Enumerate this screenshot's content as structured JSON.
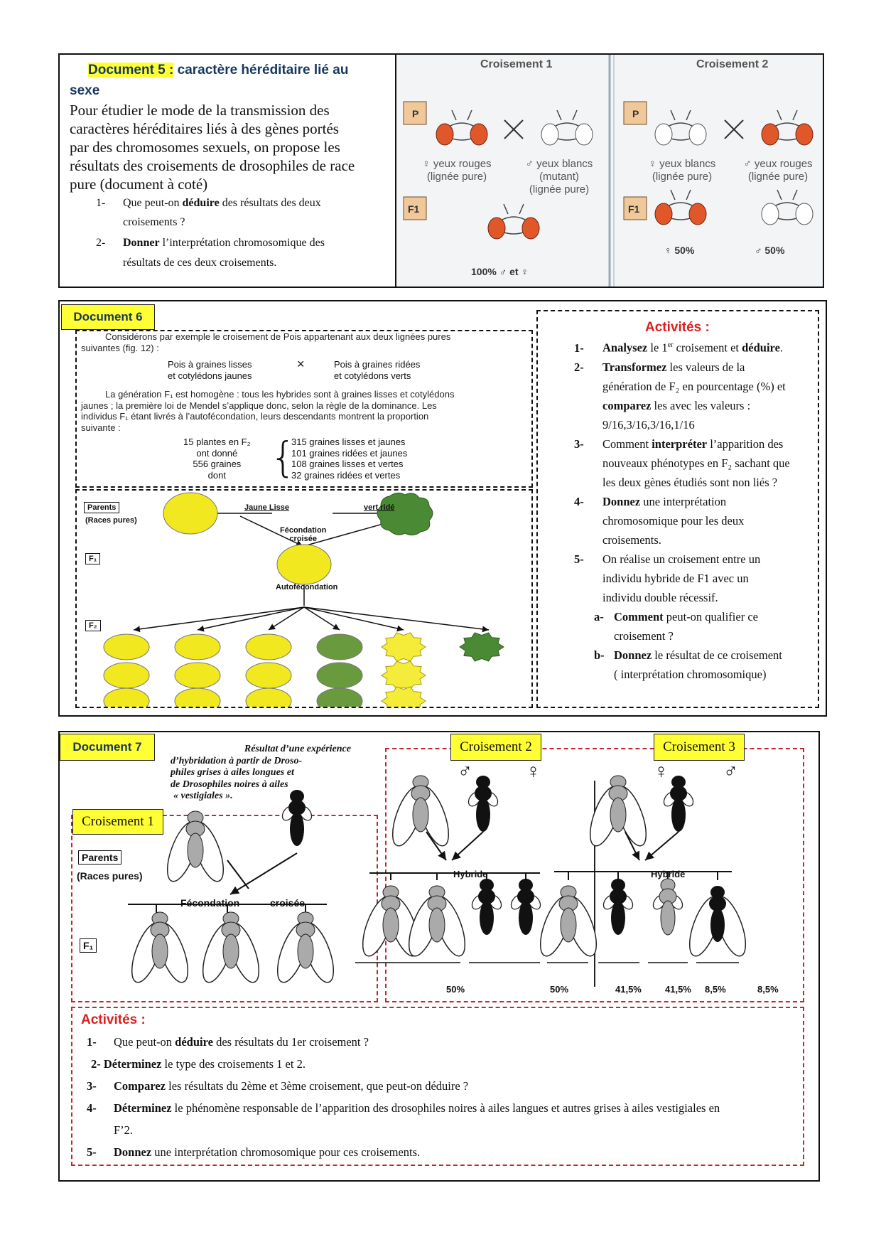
{
  "doc5": {
    "label": "Document 5 :",
    "title": "caractère héréditaire lié au",
    "title2": "sexe",
    "intro": [
      "Pour étudier le mode de la transmission des",
      "caractères héréditaires liés à des gènes portés",
      "par des chromosomes sexuels, on propose les",
      "résultats des croisements de drosophiles de race",
      "pure (document à coté)"
    ],
    "questions": [
      {
        "num": "1-",
        "pre": "Que peut-on ",
        "bold": "déduire",
        "post": " des résultats des deux",
        "line2": "croisements ?"
      },
      {
        "num": "2-",
        "pre": "",
        "bold": "Donner",
        "post": " l’interprétation chromosomique des",
        "line2": "résultats de ces deux croisements."
      }
    ],
    "figure": {
      "cross1": "Croisement 1",
      "cross2": "Croisement 2",
      "P": "P",
      "F1": "F1",
      "c1_female": [
        "♀ yeux rouges",
        "(lignée pure)"
      ],
      "c1_male": [
        "♂ yeux blancs",
        "(mutant)",
        "(lignée pure)"
      ],
      "c1_f1": "100% ♂ et ♀",
      "c2_female": [
        "♀ yeux blancs",
        "(lignée pure)"
      ],
      "c2_male": [
        "♂ yeux rouges",
        "(lignée pure)"
      ],
      "c2_f1_a": "♀ 50%",
      "c2_f1_b": "♂ 50%"
    }
  },
  "doc6": {
    "label": "Document 6",
    "text_lines": [
      "Considérons par exemple le croisement de Pois appartenant aux deux lignées pures",
      "suivantes (fig. 12) :",
      "La génération F₁ est homogène : tous les hybrides sont à graines lisses et cotylédons",
      "jaunes ; la première loi de Mendel s’applique donc, selon la règle de la dominance. Les",
      "individus F₁ étant livrés à l’autofécondation, leurs descendants montrent la proportion",
      "suivante :"
    ],
    "parent_a": [
      "Pois à graines lisses",
      "et cotylédons jaunes"
    ],
    "parent_b": [
      "Pois à graines ridées",
      "et cotylédons verts"
    ],
    "cross_sign": "×",
    "f2_left": [
      "15 plantes en F₂",
      "ont donné",
      "556 graines",
      "dont"
    ],
    "f2_right": [
      "315 graines lisses et jaunes",
      "101 graines ridées et jaunes",
      "108 graines lisses et vertes",
      "32 graines ridées et vertes"
    ],
    "diagram": {
      "parents": "Parents",
      "races": "(Races pures)",
      "jaune": "Jaune Lisse",
      "vert": "vert ridé",
      "fecondation": "Fécondation",
      "croisee": "croisée",
      "f1": "F₁",
      "auto": "Autofécondation",
      "f2": "F₂"
    },
    "activities_title": "Activités :",
    "activities": [
      {
        "num": "1-",
        "lines": [
          [
            "b",
            "Analysez"
          ],
          [
            "t",
            " le 1"
          ],
          [
            "sup",
            "er"
          ],
          [
            "t",
            " croisement et "
          ],
          [
            "b",
            "déduire"
          ],
          [
            "t",
            "."
          ]
        ]
      },
      {
        "num": "2-",
        "lines": [
          [
            "b",
            "Transformez"
          ],
          [
            "t",
            " les valeurs de la"
          ]
        ],
        "more": [
          "génération de F₂ en pourcentage (%) et",
          "__comparez__ les avec les valeurs :",
          "9/16,3/16,3/16,1/16"
        ]
      },
      {
        "num": "3-",
        "lines": [
          [
            "t",
            "Comment "
          ],
          [
            "b",
            "interpréter"
          ],
          [
            "t",
            " l’apparition des"
          ]
        ],
        "more": [
          "nouveaux phénotypes en F₂ sachant que",
          "les deux gènes étudiés sont non liés ?"
        ]
      },
      {
        "num": "4-",
        "lines": [
          [
            "b",
            "Donnez"
          ],
          [
            "t",
            " une interprétation"
          ]
        ],
        "more": [
          "chromosomique pour les deux",
          "croisements."
        ]
      },
      {
        "num": "5-",
        "lines": [
          [
            "t",
            "On réalise un croisement entre un"
          ]
        ],
        "more": [
          "individu hybride de F1 avec un",
          "individu double récessif."
        ]
      }
    ],
    "sub_a": {
      "num": "a-",
      "bold": "Comment",
      "text": " peut-on qualifier ce",
      "line2": "croisement ?"
    },
    "sub_b": {
      "num": "b-",
      "bold": "Donnez",
      "text": " le résultat de ce croisement",
      "line2": "( interprétation chromosomique)"
    }
  },
  "doc7": {
    "label": "Document 7",
    "caption": [
      "Résultat d’une expérience",
      "d’hybridation à partir de Droso-",
      "philes grises à ailes longues et",
      "de Drosophiles noires à ailes",
      "« vestigiales »."
    ],
    "cross1": "Croisement 1",
    "cross2": "Croisement 2",
    "cross3": "Croisement 3",
    "parents": "Parents",
    "races": "(Races pures)",
    "fecondation": "Fécondation",
    "croisee": "croisée",
    "f1": "F₁",
    "hybride": "Hybride",
    "male": "♂",
    "female": "♀",
    "c2_pct": [
      "50%",
      "50%"
    ],
    "c3_pct": [
      "41,5%",
      "41,5%",
      "8,5%",
      "8,5%"
    ],
    "activities_title": "Activités :",
    "activities": [
      {
        "num": "1-",
        "pre": "Que peut-on ",
        "bold": "déduire",
        "post": " des résultats du 1er croisement ?"
      },
      {
        "num": "2- ",
        "pre": "",
        "bold": "Déterminez",
        "post": " le type des croisements 1 et 2."
      },
      {
        "num": "3-",
        "pre": "",
        "bold": "Comparez",
        "post": " les résultats du 2ème et 3ème croisement, que peut-on déduire ?"
      },
      {
        "num": "4-",
        "pre": "",
        "bold": "Déterminez",
        "post": " le phénomène responsable de l’apparition des drosophiles noires à ailes langues et autres grises à ailes vestigiales en"
      },
      {
        "num": "5-",
        "pre": "",
        "bold": "Donnez",
        "post": " une interprétation chromosomique pour ces croisements."
      }
    ],
    "q4_cont": "F’2."
  }
}
